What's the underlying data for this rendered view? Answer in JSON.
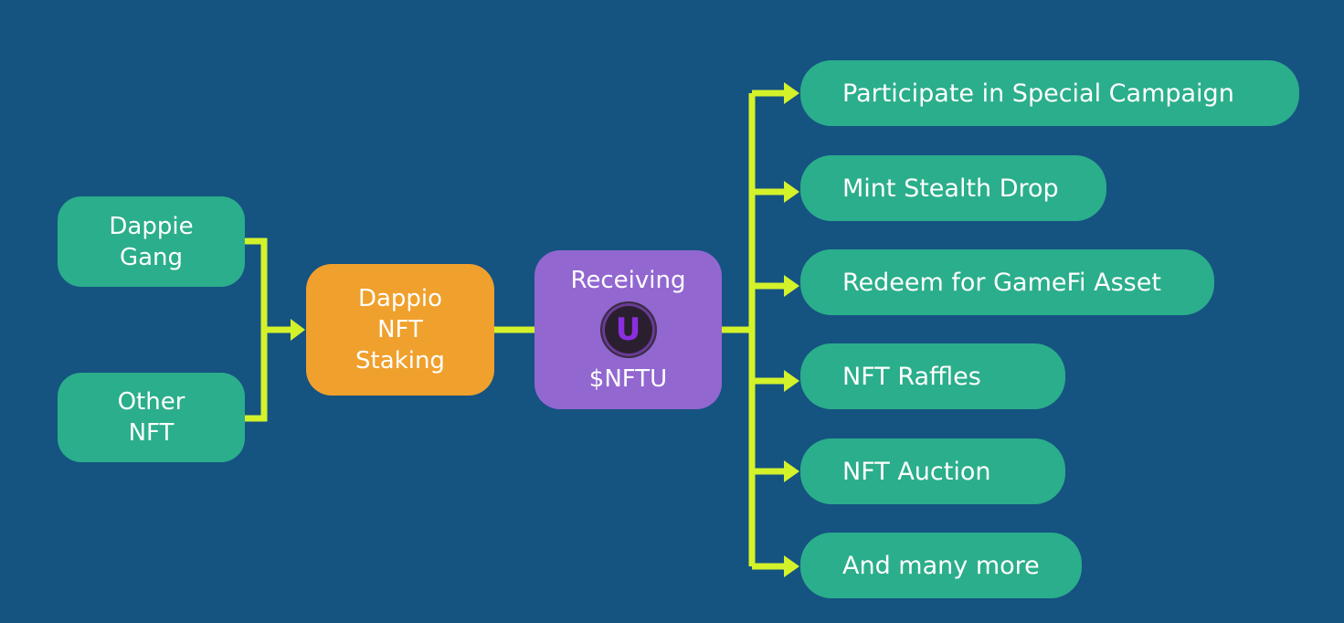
{
  "colors": {
    "background": "#155381",
    "connector": "#d4f22a",
    "source_node": "#2bae8b",
    "staking_node": "#f0a02c",
    "reward_node": "#9267d0",
    "outcome_node": "#2bae8b"
  },
  "sources": [
    {
      "line1": "Dappie",
      "line2": "Gang"
    },
    {
      "line1": "Other",
      "line2": "NFT"
    }
  ],
  "staking": {
    "line1": "Dappio",
    "line2": "NFT",
    "line3": "Staking"
  },
  "reward": {
    "title": "Receiving",
    "token_icon": "nftu-token-icon",
    "token_glyph": "U",
    "token": "$NFTU"
  },
  "outcomes": [
    "Participate in Special Campaign",
    "Mint Stealth Drop",
    "Redeem for GameFi Asset",
    "NFT Raffles",
    "NFT Auction",
    "And many more"
  ]
}
